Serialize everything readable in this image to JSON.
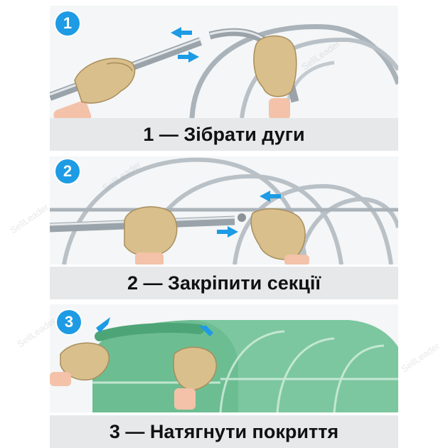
{
  "steps": [
    {
      "number": "1",
      "caption": "1 — Зібрати дуги"
    },
    {
      "number": "2",
      "caption": "2 — Закріпити секції"
    },
    {
      "number": "3",
      "caption": "3 — Натягнути покриття"
    }
  ],
  "watermark": "SellLeader",
  "colors": {
    "accent": "#1d9be4",
    "pipe": "#b9c1c7",
    "glove": "#d9bf8c",
    "cover": "#5fb58a",
    "caption_bg": "#e6e8ea"
  }
}
